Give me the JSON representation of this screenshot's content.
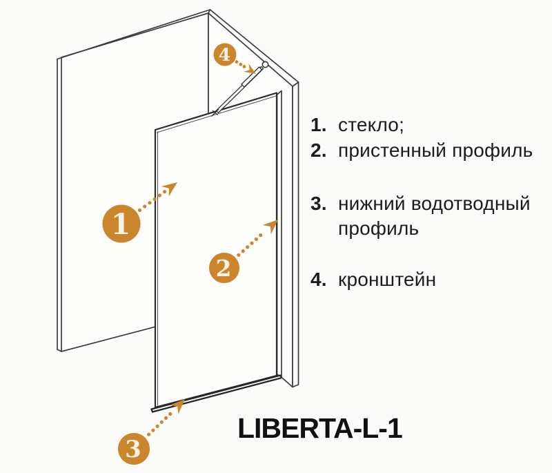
{
  "title": {
    "model": "LIBERTA-L-1"
  },
  "callouts": [
    {
      "num": "1"
    },
    {
      "num": "2"
    },
    {
      "num": "3"
    },
    {
      "num": "4"
    }
  ],
  "legend": {
    "items": [
      {
        "num": "1.",
        "label": "стекло;"
      },
      {
        "num": "2.",
        "label": "пристенный профиль"
      },
      {
        "num": "3.",
        "label": "нижний водотводный профиль"
      },
      {
        "num": "4.",
        "label": "кронштейн"
      }
    ]
  },
  "colors": {
    "accent": "#CB852D",
    "outline": "#3B3B3B",
    "glass_outline": "#2B2B2B",
    "text": "#1C1C1C",
    "background": "#FBFBFA",
    "callout_digit": "#F8F2E4"
  }
}
